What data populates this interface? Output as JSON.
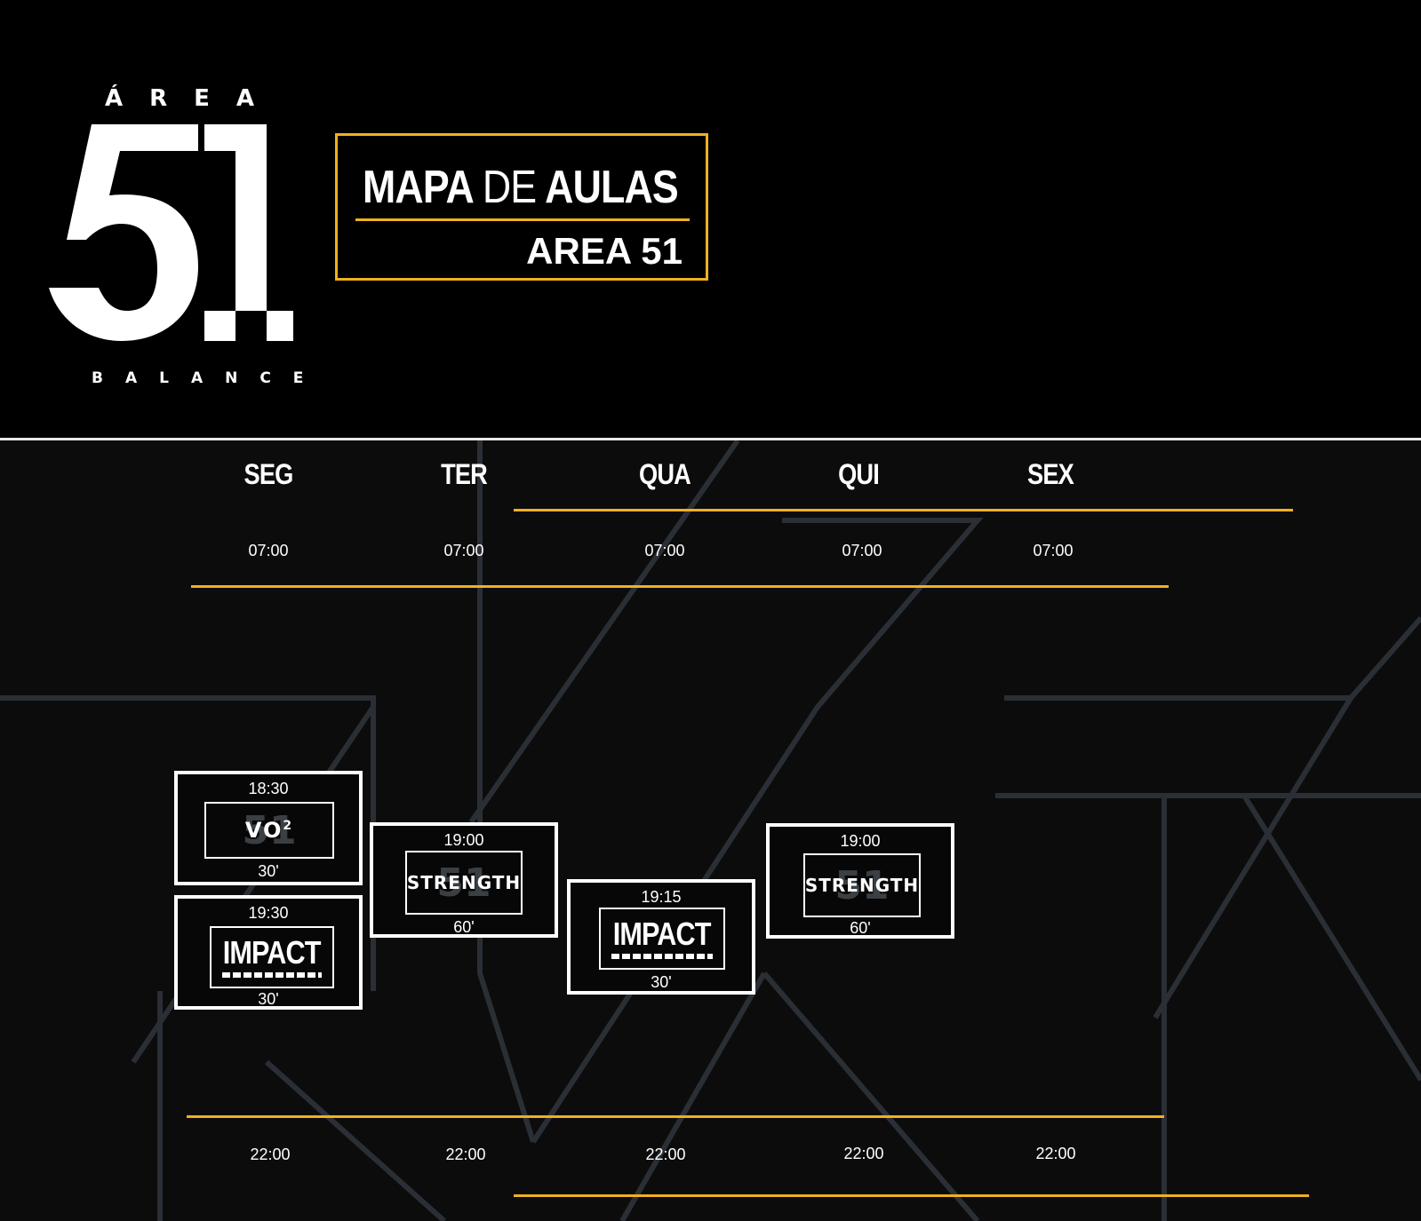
{
  "brand": {
    "top_text": "ÁREA",
    "mark": "51",
    "bottom_text": "BALANCE"
  },
  "title": {
    "main_bold1": "MAPA",
    "main_light": "DE",
    "main_bold2": "AULAS",
    "sub": "AREA 51"
  },
  "days": [
    "SEG",
    "TER",
    "QUA",
    "QUI",
    "SEX"
  ],
  "open_times": [
    "07:00",
    "07:00",
    "07:00",
    "07:00",
    "07:00"
  ],
  "close_times": [
    "22:00",
    "22:00",
    "22:00",
    "22:00",
    "22:00"
  ],
  "classes": {
    "seg_vo2": {
      "time": "18:30",
      "name": "VO",
      "superscript": "2",
      "duration": "30'"
    },
    "seg_impact": {
      "time": "19:30",
      "name": "IMPACT",
      "duration": "30'"
    },
    "ter_strength": {
      "time": "19:00",
      "name": "STRENGTH",
      "duration": "60'"
    },
    "qua_impact": {
      "time": "19:15",
      "name": "IMPACT",
      "duration": "30'"
    },
    "qui_strength": {
      "time": "19:00",
      "name": "STRENGTH",
      "duration": "60'"
    }
  },
  "colors": {
    "accent": "#f2b01e",
    "background": "#000000",
    "text": "#ffffff"
  }
}
